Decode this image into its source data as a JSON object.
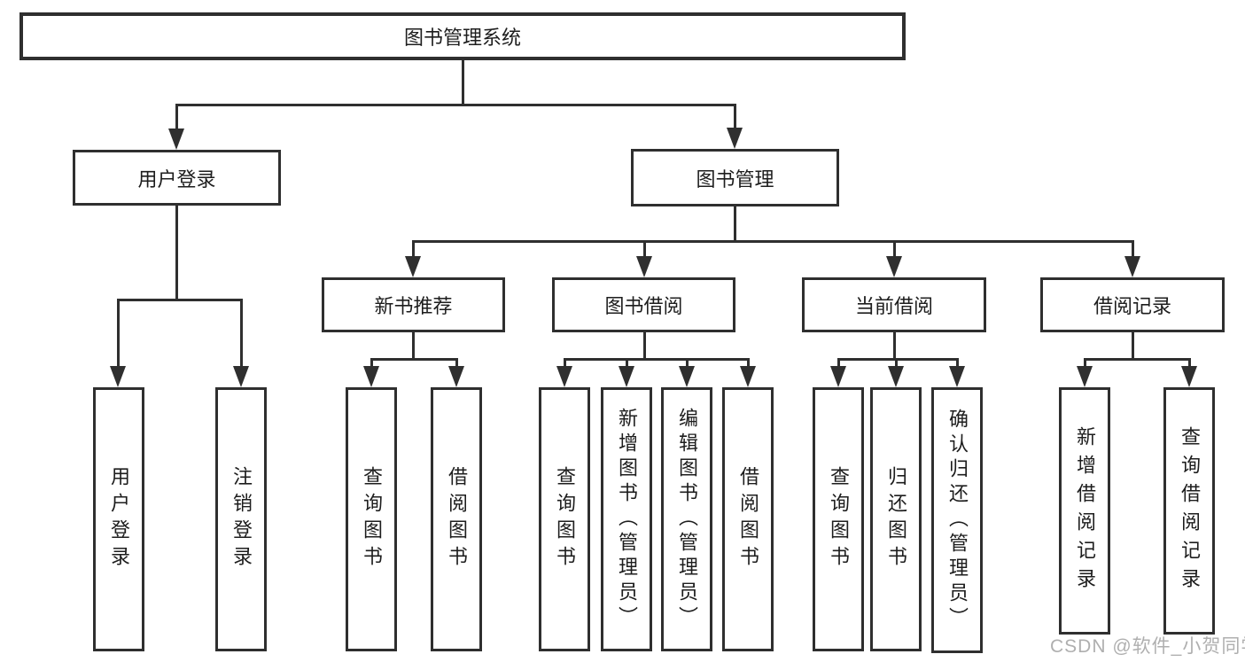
{
  "tree": {
    "root": {
      "label": "图书管理系统"
    },
    "branches": [
      {
        "label": "用户登录",
        "children": [
          {
            "label": "用户登录"
          },
          {
            "label": "注销登录"
          }
        ]
      },
      {
        "label": "图书管理",
        "children": [
          {
            "label": "新书推荐",
            "children": [
              {
                "label": "查询图书"
              },
              {
                "label": "借阅图书"
              }
            ]
          },
          {
            "label": "图书借阅",
            "children": [
              {
                "label": "查询图书"
              },
              {
                "label": "新增图书（管理员）"
              },
              {
                "label": "编辑图书（管理员）"
              },
              {
                "label": "借阅图书"
              }
            ]
          },
          {
            "label": "当前借阅",
            "children": [
              {
                "label": "查询图书"
              },
              {
                "label": "归还图书"
              },
              {
                "label": "确认归还（管理员）"
              }
            ]
          },
          {
            "label": "借阅记录",
            "children": [
              {
                "label": "新增借阅记录"
              },
              {
                "label": "查询借阅记录"
              }
            ]
          }
        ]
      }
    ]
  },
  "watermark": {
    "text": "CSDN @软件_小贺同学",
    "color": "#ababab"
  },
  "colors": {
    "line": "#2f2f2f",
    "box_border": "#2f2f2f",
    "box_fill": "#ffffff",
    "text": "#1d1d1d",
    "background": "#ffffff"
  }
}
